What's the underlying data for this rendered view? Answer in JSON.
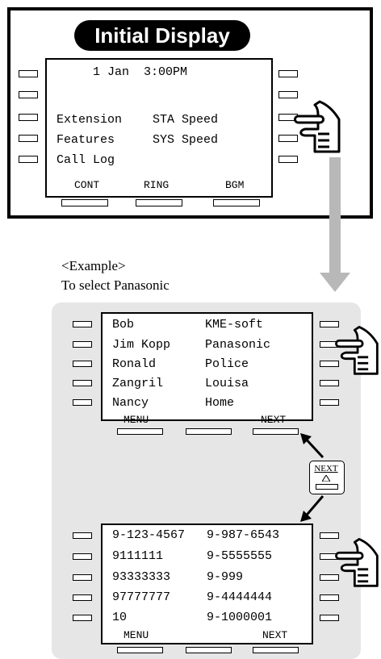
{
  "initial_display": {
    "title": "Initial Display",
    "datetime": "1 Jan  3:00PM",
    "rows": [
      {
        "left": "Extension",
        "right": "STA Speed"
      },
      {
        "left": "Features",
        "right": "SYS Speed"
      },
      {
        "left": "Call Log",
        "right": ""
      }
    ],
    "soft_keys": [
      "CONT",
      "RING",
      "BGM"
    ]
  },
  "caption": {
    "line1": "<Example>",
    "line2": "To select Panasonic"
  },
  "directory_screen": {
    "rows": [
      {
        "left": "Bob",
        "right": "KME-soft"
      },
      {
        "left": "Jim Kopp",
        "right": "Panasonic"
      },
      {
        "left": "Ronald",
        "right": "Police"
      },
      {
        "left": "Zangril",
        "right": "Louisa"
      },
      {
        "left": "Nancy",
        "right": "Home"
      }
    ],
    "soft_keys": [
      "MENU",
      "NEXT"
    ]
  },
  "next_key": {
    "label": "NEXT"
  },
  "number_screen": {
    "rows": [
      {
        "left": "9-123-4567",
        "right": "9-987-6543"
      },
      {
        "left": "9111111",
        "right": "9-5555555"
      },
      {
        "left": "93333333",
        "right": "9-999"
      },
      {
        "left": "97777777",
        "right": "9-4444444"
      },
      {
        "left": "10",
        "right": "9-1000001"
      }
    ],
    "soft_keys": [
      "MENU",
      "NEXT"
    ]
  },
  "colors": {
    "panel": "#e6e6e6",
    "arrow": "#b8b8b8"
  }
}
